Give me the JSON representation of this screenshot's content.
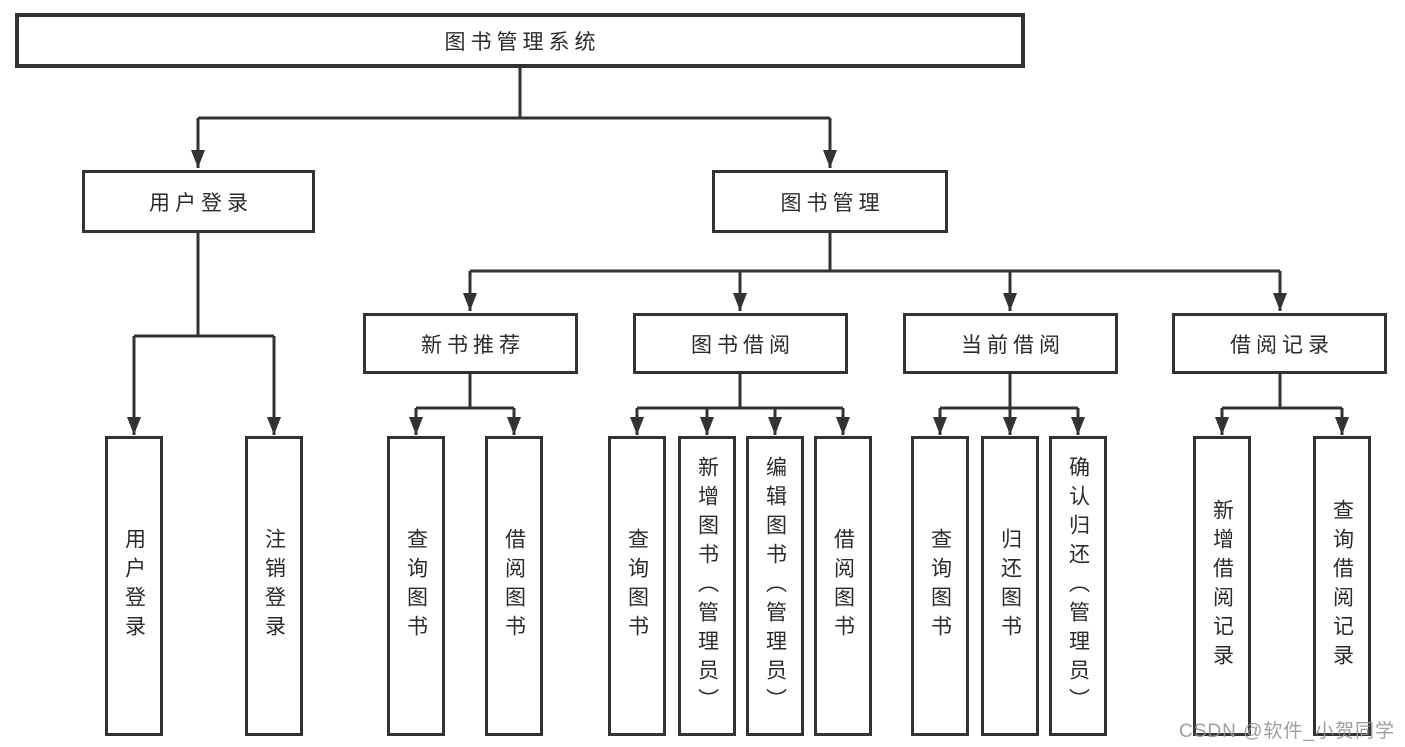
{
  "diagram": {
    "type": "tree",
    "root": {
      "label": "图书管理系统",
      "children": [
        {
          "label": "用户登录",
          "children": [
            {
              "label": "用户登录"
            },
            {
              "label": "注销登录"
            }
          ]
        },
        {
          "label": "图书管理",
          "children": [
            {
              "label": "新书推荐",
              "children": [
                {
                  "label": "查询图书"
                },
                {
                  "label": "借阅图书"
                }
              ]
            },
            {
              "label": "图书借阅",
              "children": [
                {
                  "label": "查询图书"
                },
                {
                  "label": "新增图书（管理员）"
                },
                {
                  "label": "编辑图书（管理员）"
                },
                {
                  "label": "借阅图书"
                }
              ]
            },
            {
              "label": "当前借阅",
              "children": [
                {
                  "label": "查询图书"
                },
                {
                  "label": "归还图书"
                },
                {
                  "label": "确认归还（管理员）"
                }
              ]
            },
            {
              "label": "借阅记录",
              "children": [
                {
                  "label": "新增借阅记录"
                },
                {
                  "label": "查询借阅记录"
                }
              ]
            }
          ]
        }
      ]
    }
  },
  "watermark": "CSDN @软件_小贺同学",
  "colors": {
    "line": "#333333",
    "box_border": "#333333",
    "text": "#2b2b2b",
    "watermark": "#949494",
    "background": "#ffffff"
  }
}
